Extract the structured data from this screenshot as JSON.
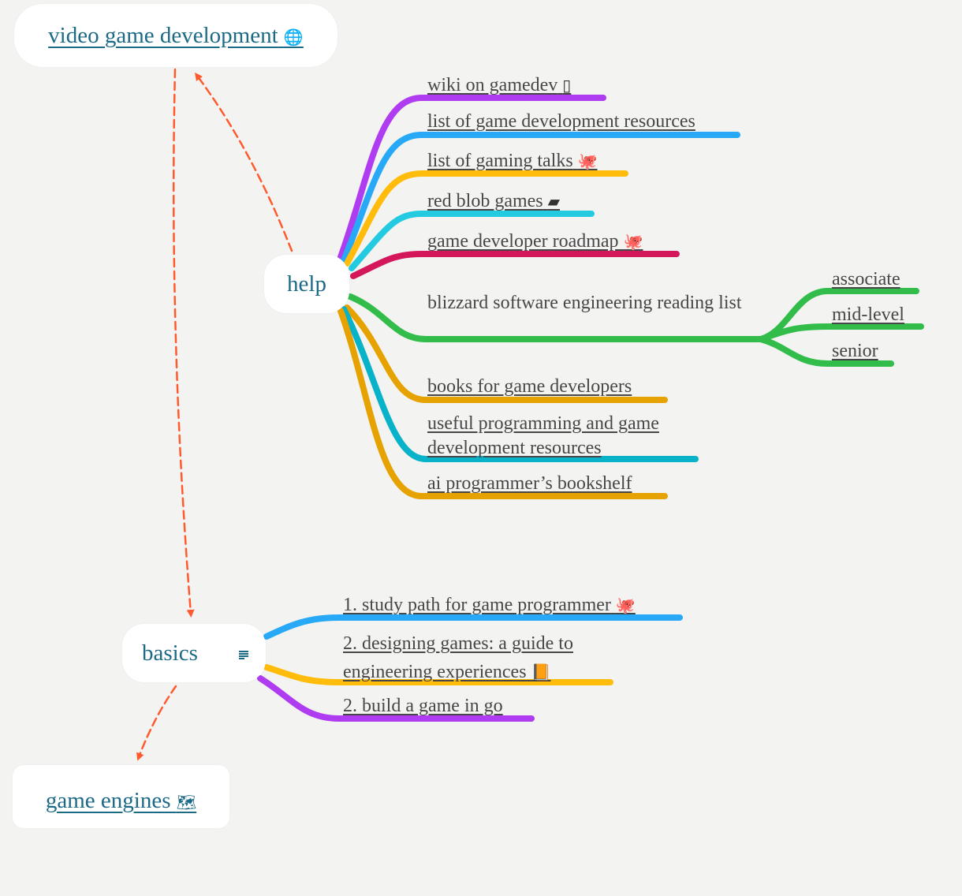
{
  "colors": {
    "background": "#f3f4f2",
    "node_text": "#1c6a86",
    "leaf_text": "#474747",
    "arrow": "#ff5a2e"
  },
  "root": {
    "label": "video game development",
    "icon": "globe-icon",
    "icon_glyph": "🌐"
  },
  "help": {
    "label": "help",
    "children": [
      {
        "label": "wiki on gamedev",
        "icon": "missing-glyph-icon",
        "icon_glyph": "▯",
        "color": "#b03cf2"
      },
      {
        "label": "list of game development resources",
        "icon": null,
        "icon_glyph": "",
        "color": "#28a9f8"
      },
      {
        "label": "list of gaming talks",
        "icon": "octopus-icon",
        "icon_glyph": "🐙",
        "color": "#ffbc0a"
      },
      {
        "label": "red blob games",
        "icon": "box-icon",
        "icon_glyph": "▰",
        "color": "#24cbe0"
      },
      {
        "label": "game developer roadmap",
        "icon": "octopus-icon",
        "icon_glyph": "🐙",
        "color": "#d4175a"
      },
      {
        "label": "blizzard software engineering reading list",
        "icon": null,
        "icon_glyph": "",
        "color": "#32bd4a",
        "children": [
          {
            "label": "associate"
          },
          {
            "label": "mid-level"
          },
          {
            "label": "senior"
          }
        ]
      },
      {
        "label": "books for game developers",
        "icon": null,
        "icon_glyph": "",
        "color": "#e6a200"
      },
      {
        "label": "useful programming and game development resources",
        "icon": null,
        "icon_glyph": "",
        "color": "#08b2c8"
      },
      {
        "label": "ai programmer’s bookshelf",
        "icon": null,
        "icon_glyph": "",
        "color": "#e6a200"
      }
    ]
  },
  "basics": {
    "label": "basics",
    "note_icon": "notes-icon",
    "children": [
      {
        "label": "1. study path for game programmer",
        "icon": "octopus-icon",
        "icon_glyph": "🐙",
        "color": "#28a9f8"
      },
      {
        "label": "2. designing games: a guide to engineering experiences",
        "icon": "book-icon",
        "icon_glyph": "📙",
        "color": "#ffbc0a"
      },
      {
        "label": "2. build a game in go",
        "icon": null,
        "icon_glyph": "",
        "color": "#b03cf2"
      }
    ]
  },
  "game_engines": {
    "label": "game engines",
    "icon": "world-map-icon",
    "icon_glyph": "🗺"
  }
}
